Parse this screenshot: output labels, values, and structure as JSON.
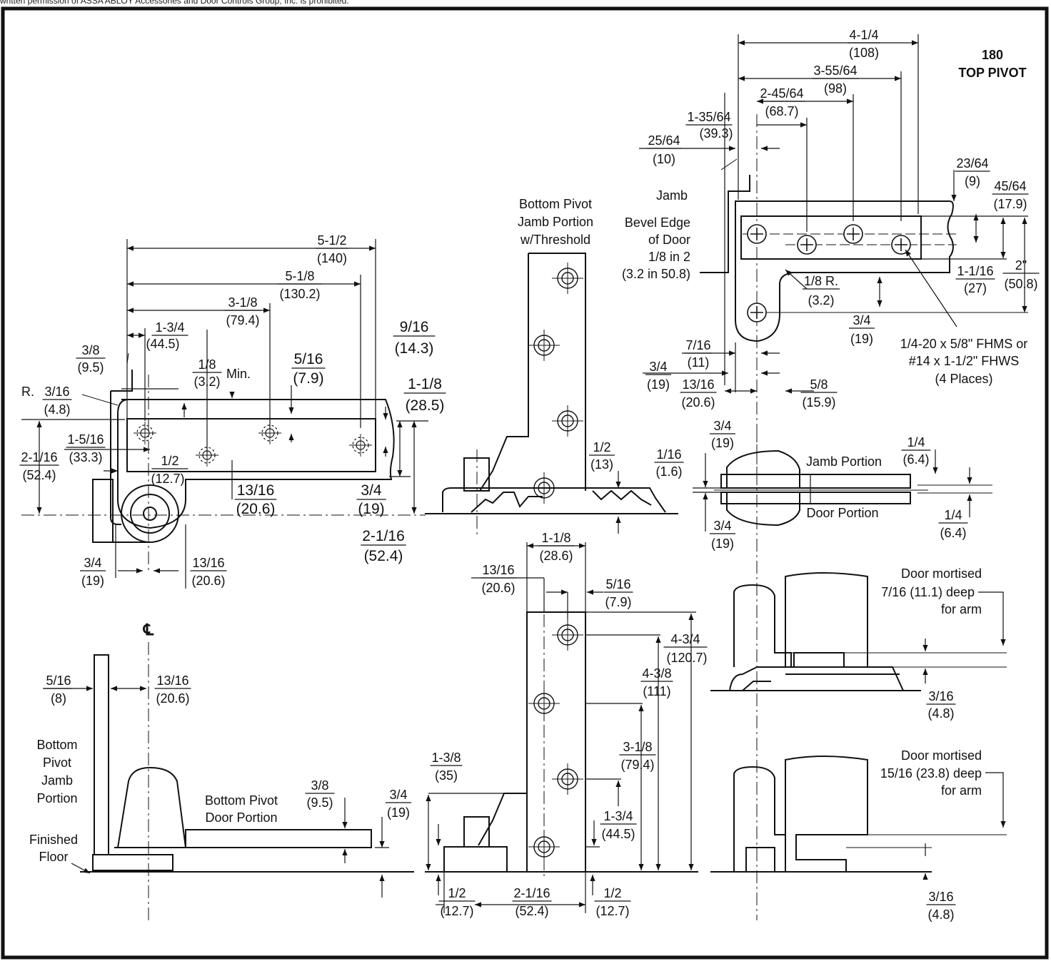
{
  "header": {
    "notice": "written permission of ASSA ABLOY Accessories and Door Controls Group, Inc. is prohibited."
  },
  "title": {
    "line1": "180",
    "line2": "TOP PIVOT"
  },
  "top_pivot": {
    "dims": [
      {
        "n": "4-1/4",
        "m": "(108)"
      },
      {
        "n": "3-55/64",
        "m": "(98)"
      },
      {
        "n": "2-45/64",
        "m": "(68.7)"
      },
      {
        "n": "1-35/64",
        "m": "(39.3)"
      },
      {
        "n": "25/64",
        "m": "(10)"
      },
      {
        "n": "23/64",
        "m": "(9)"
      },
      {
        "n": "45/64",
        "m": "(17.9)"
      },
      {
        "n": "1-1/16",
        "m": "(27)"
      },
      {
        "n": "2\"",
        "m": "(50.8)"
      },
      {
        "n": "1/8 R.",
        "m": "(3.2)"
      },
      {
        "n": "3/4",
        "m": "(19)"
      },
      {
        "n": "7/16",
        "m": "(11)"
      },
      {
        "n": "3/4",
        "m": "(19)"
      },
      {
        "n": "13/16",
        "m": "(20.6)"
      },
      {
        "n": "5/8",
        "m": "(15.9)"
      }
    ],
    "labels": {
      "jamb": "Jamb",
      "bevel1": "Bevel Edge",
      "bevel2": "of Door",
      "bevel3": "1/8 in 2",
      "bevel4": "(3.2 in 50.8)",
      "screw1": "1/4-20 x 5/8\" FHMS or",
      "screw2": "#14 x 1-1/2\" FHWS",
      "screw3": "(4 Places)"
    }
  },
  "plan_view": {
    "dims": [
      {
        "n": "5-1/2",
        "m": "(140)"
      },
      {
        "n": "5-1/8",
        "m": "(130.2)"
      },
      {
        "n": "3-1/8",
        "m": "(79.4)"
      },
      {
        "n": "1-3/4",
        "m": "(44.5)"
      },
      {
        "n": "1/8",
        "m": "(3.2)"
      },
      {
        "n": "5/16",
        "m": "(7.9)"
      },
      {
        "n": "9/16",
        "m": "(14.3)"
      },
      {
        "n": "3/8",
        "m": "(9.5)"
      },
      {
        "n": "3/16",
        "m": "(4.8)"
      },
      {
        "n": "1-1/8",
        "m": "(28.5)"
      },
      {
        "n": "1-5/16",
        "m": "(33.3)"
      },
      {
        "n": "2-1/16",
        "m": "(52.4)"
      },
      {
        "n": "1/2",
        "m": "(12.7)"
      },
      {
        "n": "13/16",
        "m": "(20.6)"
      },
      {
        "n": "3/4",
        "m": "(19)"
      },
      {
        "n": "2-1/16",
        "m": "(52.4)"
      },
      {
        "n": "3/4",
        "m": "(19)"
      },
      {
        "n": "13/16",
        "m": "(20.6)"
      }
    ],
    "labels": {
      "min": "Min.",
      "r": "R.",
      "cl": "℄"
    }
  },
  "bottom_pivot_top": {
    "title1": "Bottom Pivot",
    "title2": "Jamb Portion",
    "title3": "w/Threshold",
    "dims": [
      {
        "n": "1/2",
        "m": "(13)"
      }
    ]
  },
  "section_view": {
    "dims": [
      {
        "n": "1/16",
        "m": "(1.6)"
      },
      {
        "n": "3/4",
        "m": "(19)"
      },
      {
        "n": "1/4",
        "m": "(6.4)"
      },
      {
        "n": "3/4",
        "m": "(19)"
      },
      {
        "n": "1/4",
        "m": "(6.4)"
      }
    ],
    "labels": {
      "jamb": "Jamb Portion",
      "door": "Door Portion"
    }
  },
  "side_view": {
    "dims": [
      {
        "n": "5/16",
        "m": "(8)"
      },
      {
        "n": "13/16",
        "m": "(20.6)"
      },
      {
        "n": "3/8",
        "m": "(9.5)"
      },
      {
        "n": "3/4",
        "m": "(19)"
      }
    ],
    "labels": {
      "bp1": "Bottom",
      "bp2": "Pivot",
      "bp3": "Jamb",
      "bp4": "Portion",
      "ff1": "Finished",
      "ff2": "Floor",
      "dp1": "Bottom Pivot",
      "dp2": "Door Portion"
    }
  },
  "jamb_elevation": {
    "dims": [
      {
        "n": "1-1/8",
        "m": "(28.6)"
      },
      {
        "n": "13/16",
        "m": "(20.6)"
      },
      {
        "n": "5/16",
        "m": "(7.9)"
      },
      {
        "n": "4-3/4",
        "m": "(120.7)"
      },
      {
        "n": "4-3/8",
        "m": "(111)"
      },
      {
        "n": "3-1/8",
        "m": "(79.4)"
      },
      {
        "n": "1-3/4",
        "m": "(44.5)"
      },
      {
        "n": "1-3/8",
        "m": "(35)"
      },
      {
        "n": "1/2",
        "m": "(12.7)"
      },
      {
        "n": "2-1/16",
        "m": "(52.4)"
      },
      {
        "n": "1/2",
        "m": "(12.7)"
      }
    ]
  },
  "mortise1": {
    "labels": {
      "l1": "Door mortised",
      "l2": "7/16 (11.1) deep",
      "l3": "for arm"
    },
    "dims": [
      {
        "n": "3/16",
        "m": "(4.8)"
      }
    ]
  },
  "mortise2": {
    "labels": {
      "l1": "Door mortised",
      "l2": "15/16 (23.8) deep",
      "l3": "for arm"
    },
    "dims": [
      {
        "n": "3/16",
        "m": "(4.8)"
      }
    ]
  }
}
